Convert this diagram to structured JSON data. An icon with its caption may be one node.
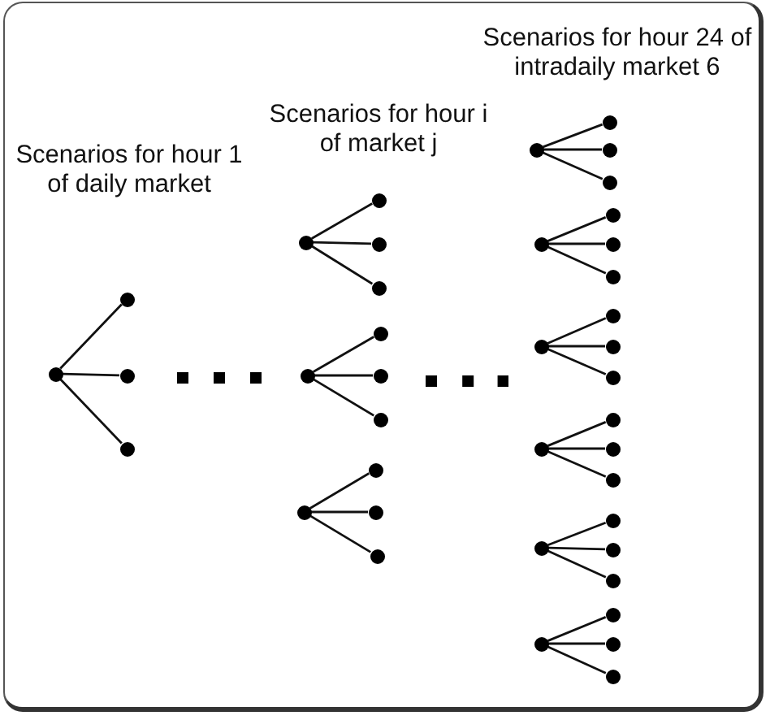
{
  "diagram": {
    "nodes": [
      {
        "text": [],
        "shape": "circle"
      },
      {
        "text": [],
        "shape": "circle"
      },
      {
        "text": [],
        "shape": "circle"
      },
      {
        "text": [],
        "shape": "circle"
      },
      {
        "text": [],
        "shape": "circle"
      },
      {
        "text": [],
        "shape": "circle"
      },
      {
        "text": [],
        "shape": "circle"
      },
      {
        "text": [],
        "shape": "circle"
      },
      {
        "text": [],
        "shape": "circle"
      },
      {
        "text": [],
        "shape": "circle"
      },
      {
        "text": [],
        "shape": "circle"
      },
      {
        "text": [],
        "shape": "circle"
      },
      {
        "text": [],
        "shape": "circle"
      },
      {
        "text": [],
        "shape": "circle"
      },
      {
        "text": [],
        "shape": "circle"
      },
      {
        "text": [],
        "shape": "circle"
      },
      {
        "text": [],
        "shape": "circle"
      },
      {
        "text": [],
        "shape": "circle"
      },
      {
        "text": [],
        "shape": "circle"
      },
      {
        "text": [],
        "shape": "circle"
      },
      {
        "text": [],
        "shape": "circle"
      },
      {
        "text": [],
        "shape": "circle"
      },
      {
        "text": [],
        "shape": "circle"
      },
      {
        "text": [],
        "shape": "circle"
      },
      {
        "text": [],
        "shape": "circle"
      },
      {
        "text": [],
        "shape": "circle"
      },
      {
        "text": [],
        "shape": "circle"
      },
      {
        "text": [],
        "shape": "circle"
      },
      {
        "text": [],
        "shape": "circle"
      },
      {
        "text": [],
        "shape": "circle"
      },
      {
        "text": [],
        "shape": "circle"
      },
      {
        "text": [],
        "shape": "circle"
      },
      {
        "text": [],
        "shape": "circle"
      },
      {
        "text": [],
        "shape": "circle"
      },
      {
        "text": [],
        "shape": "circle"
      },
      {
        "text": [],
        "shape": "circle"
      },
      {
        "text": [],
        "shape": "circle"
      },
      {
        "text": [],
        "shape": "circle"
      },
      {
        "text": [],
        "shape": "circle"
      },
      {
        "text": [],
        "shape": "circle"
      }
    ],
    "edges": [
      {
        "from": 0,
        "to": 1,
        "arrow": "none"
      },
      {
        "from": 0,
        "to": 2,
        "arrow": "none"
      },
      {
        "from": 0,
        "to": 3,
        "arrow": "none"
      },
      {
        "from": 4,
        "to": 5,
        "arrow": "none"
      },
      {
        "from": 4,
        "to": 6,
        "arrow": "none"
      },
      {
        "from": 4,
        "to": 7,
        "arrow": "none"
      },
      {
        "from": 8,
        "to": 9,
        "arrow": "none"
      },
      {
        "from": 8,
        "to": 10,
        "arrow": "none"
      },
      {
        "from": 8,
        "to": 11,
        "arrow": "none"
      },
      {
        "from": 12,
        "to": 13,
        "arrow": "none"
      },
      {
        "from": 12,
        "to": 14,
        "arrow": "none"
      },
      {
        "from": 12,
        "to": 15,
        "arrow": "none"
      },
      {
        "from": 16,
        "to": 17,
        "arrow": "none"
      },
      {
        "from": 16,
        "to": 18,
        "arrow": "none"
      },
      {
        "from": 16,
        "to": 19,
        "arrow": "none"
      },
      {
        "from": 20,
        "to": 21,
        "arrow": "none"
      },
      {
        "from": 20,
        "to": 22,
        "arrow": "none"
      },
      {
        "from": 20,
        "to": 23,
        "arrow": "none"
      },
      {
        "from": 24,
        "to": 25,
        "arrow": "none"
      },
      {
        "from": 24,
        "to": 26,
        "arrow": "none"
      },
      {
        "from": 24,
        "to": 27,
        "arrow": "none"
      },
      {
        "from": 28,
        "to": 29,
        "arrow": "none"
      },
      {
        "from": 28,
        "to": 30,
        "arrow": "none"
      },
      {
        "from": 28,
        "to": 31,
        "arrow": "none"
      },
      {
        "from": 32,
        "to": 33,
        "arrow": "none"
      },
      {
        "from": 32,
        "to": 34,
        "arrow": "none"
      },
      {
        "from": 32,
        "to": 35,
        "arrow": "none"
      },
      {
        "from": 36,
        "to": 37,
        "arrow": "none"
      },
      {
        "from": 36,
        "to": 38,
        "arrow": "none"
      },
      {
        "from": 36,
        "to": 39,
        "arrow": "none"
      }
    ],
    "labels": [
      "Scenarios for hour 1 of daily market",
      "Scenarios for hour i of market j",
      "Scenarios for hour 24 of intradaily market 6"
    ]
  }
}
